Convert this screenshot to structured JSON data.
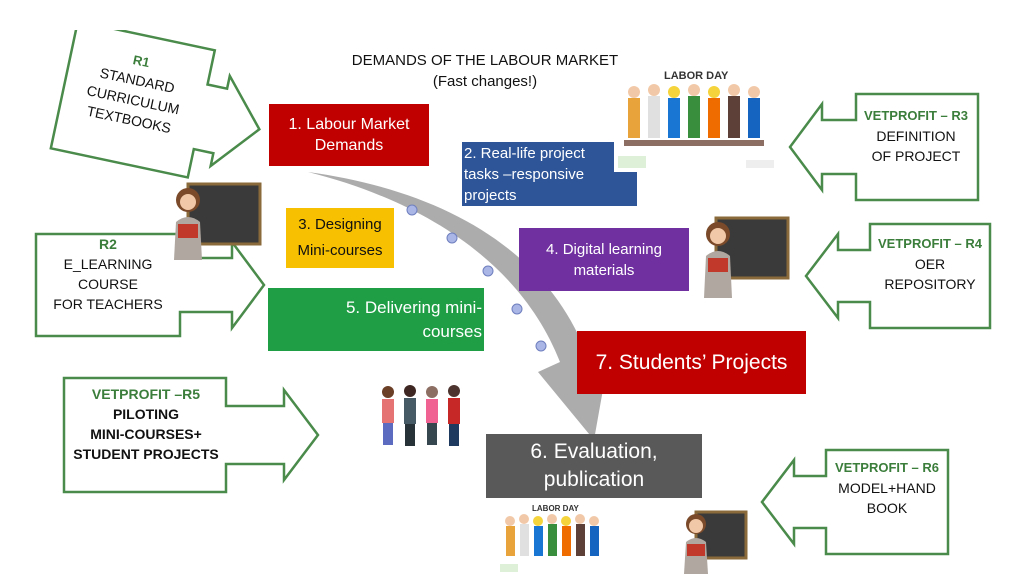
{
  "header": {
    "line1": "DEMANDS OF THE LABOUR MARKET",
    "line2": "(Fast changes!)"
  },
  "callouts": {
    "r1": {
      "title": "R1",
      "lines": [
        "STANDARD",
        "CURRICULUM",
        "TEXTBOOKS"
      ]
    },
    "r2": {
      "title": "R2",
      "lines": [
        "E_LEARNING",
        "COURSE",
        "FOR TEACHERS"
      ]
    },
    "r3": {
      "title": "VETPROFIT – R3",
      "lines": [
        "DEFINITION",
        "OF PROJECT"
      ]
    },
    "r4": {
      "title": "VETPROFIT – R4",
      "lines": [
        "OER",
        "REPOSITORY"
      ]
    },
    "r5": {
      "title": "VETPROFIT –R5",
      "lines": [
        "PILOTING",
        "MINI-COURSES+",
        "STUDENT PROJECTS"
      ]
    },
    "r6": {
      "title": "VETPROFIT – R6",
      "lines": [
        "MODEL+HAND",
        "BOOK"
      ]
    }
  },
  "steps": {
    "s1": {
      "text": "1. Labour Market Demands",
      "color": "#c00000"
    },
    "s2": {
      "text": "2. Real-life project tasks –responsive projects",
      "color": "#2e5597"
    },
    "s3": {
      "line1": "3. Designing",
      "line2": "Mini-courses",
      "color": "#f7c000"
    },
    "s4": {
      "text": "4. Digital learning materials",
      "color": "#7030a0"
    },
    "s5": {
      "text": "5. Delivering mini-courses",
      "color": "#1f9e46"
    },
    "s6": {
      "text": "6. Evaluation, publication",
      "color": "#595959"
    },
    "s7": {
      "text": "7. Students’ Projects",
      "color": "#c00000"
    }
  },
  "labor_day": {
    "title": "LABOR DAY"
  },
  "colors": {
    "callout_border": "#4a8a4a",
    "arrow_gray": "#9e9e9e",
    "dot_blue": "#aab6e6"
  }
}
